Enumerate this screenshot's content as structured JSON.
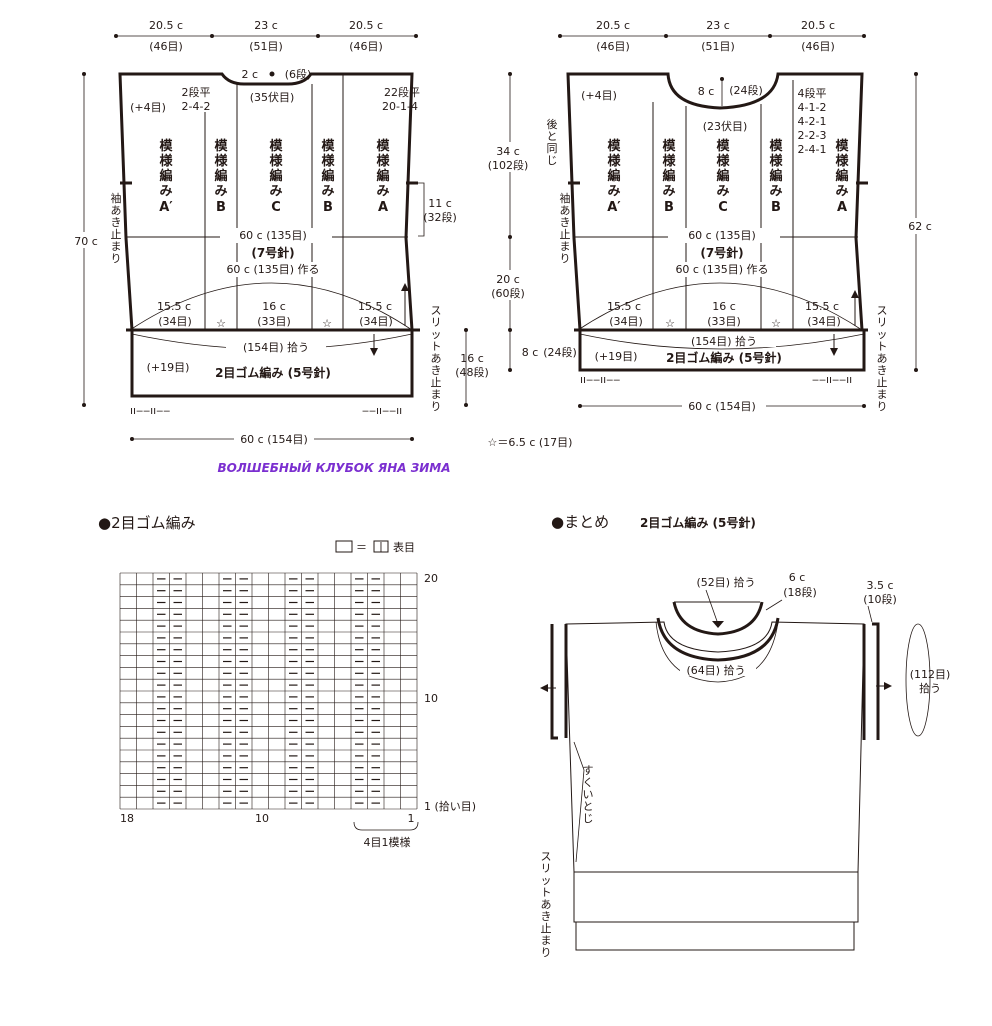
{
  "watermark": "ВОЛШЕБНЫЙ КЛУБОК  ЯНА ЗИМА",
  "top_dims": {
    "side": "20.5 c",
    "mid": "23 c",
    "side_st": "(46目)",
    "mid_st": "(51目)"
  },
  "front": {
    "neck_depth": "2 c",
    "neck_rows": "(6段)",
    "neck_bind": "(35伏目)",
    "shape_left": [
      "2段平",
      "2-4-2"
    ],
    "shape_right": [
      "22段平",
      "20-1-4"
    ],
    "plus4": "(+4目)",
    "panels": [
      "模様編みA′",
      "模様編みB",
      "模様編みC",
      "模様編みB",
      "模様編みA"
    ],
    "height": "70 c",
    "armhole_label": "袖あき止まり",
    "side_cm": "11 c",
    "side_rows": "(32段)",
    "width": "60 c (135目)",
    "needle": "(7号針)",
    "cast_on": "60 c (135目) 作る",
    "hem_splits": [
      "15.5 c",
      "16 c",
      "15.5 c"
    ],
    "hem_split_st": [
      "(34目)",
      "(33目)",
      "(34目)"
    ],
    "pickup": "(154目) 拾う",
    "plus19": "(+19目)",
    "rib": "2目ゴム編み (5号針)",
    "rib_h": "16 c",
    "rib_rows": "(48段)",
    "slit": "スリットあき止まり",
    "bottom_w": "60 c (154目)"
  },
  "back": {
    "neck_depth": "8 c",
    "neck_rows": "(24段)",
    "neck_bind": "(23伏目)",
    "shape_right": [
      "4段平",
      "4-1-2",
      "4-2-1",
      "2-2-3",
      "2-4-1"
    ],
    "plus4": "(+4目)",
    "same_as_back": "後と同じ",
    "dim_upper": "34 c",
    "dim_upper_rows": "(102段)",
    "dim_mid": "20 c",
    "dim_mid_rows": "(60段)",
    "dim_rib": "8 c",
    "dim_rib_rows": "(24段)",
    "height": "62 c"
  },
  "star_note": "☆＝6.5 c (17目)",
  "chart": {
    "title": "●2目ゴム編み",
    "legend": "＝",
    "legend_sym": "丨",
    "legend_text": "表目",
    "row_labels": [
      "20",
      "10",
      "1 (拾い目)"
    ],
    "col_labels": [
      "18",
      "10",
      "1"
    ],
    "repeat": "4目1模様"
  },
  "finish": {
    "title": "●まとめ",
    "subtitle": "2目ゴム編み (5号針)",
    "neck_pick": "(52目) 拾う",
    "neck_h": "6 c",
    "neck_h_rows": "(18段)",
    "neck_pick2": "(64目) 拾う",
    "sleeve_h": "3.5 c",
    "sleeve_rows": "(10段)",
    "sleeve_pick": "(112目)",
    "sleeve_pick2": "拾う",
    "seam": "すくいとじ",
    "slit": "スリットあき止まり"
  }
}
